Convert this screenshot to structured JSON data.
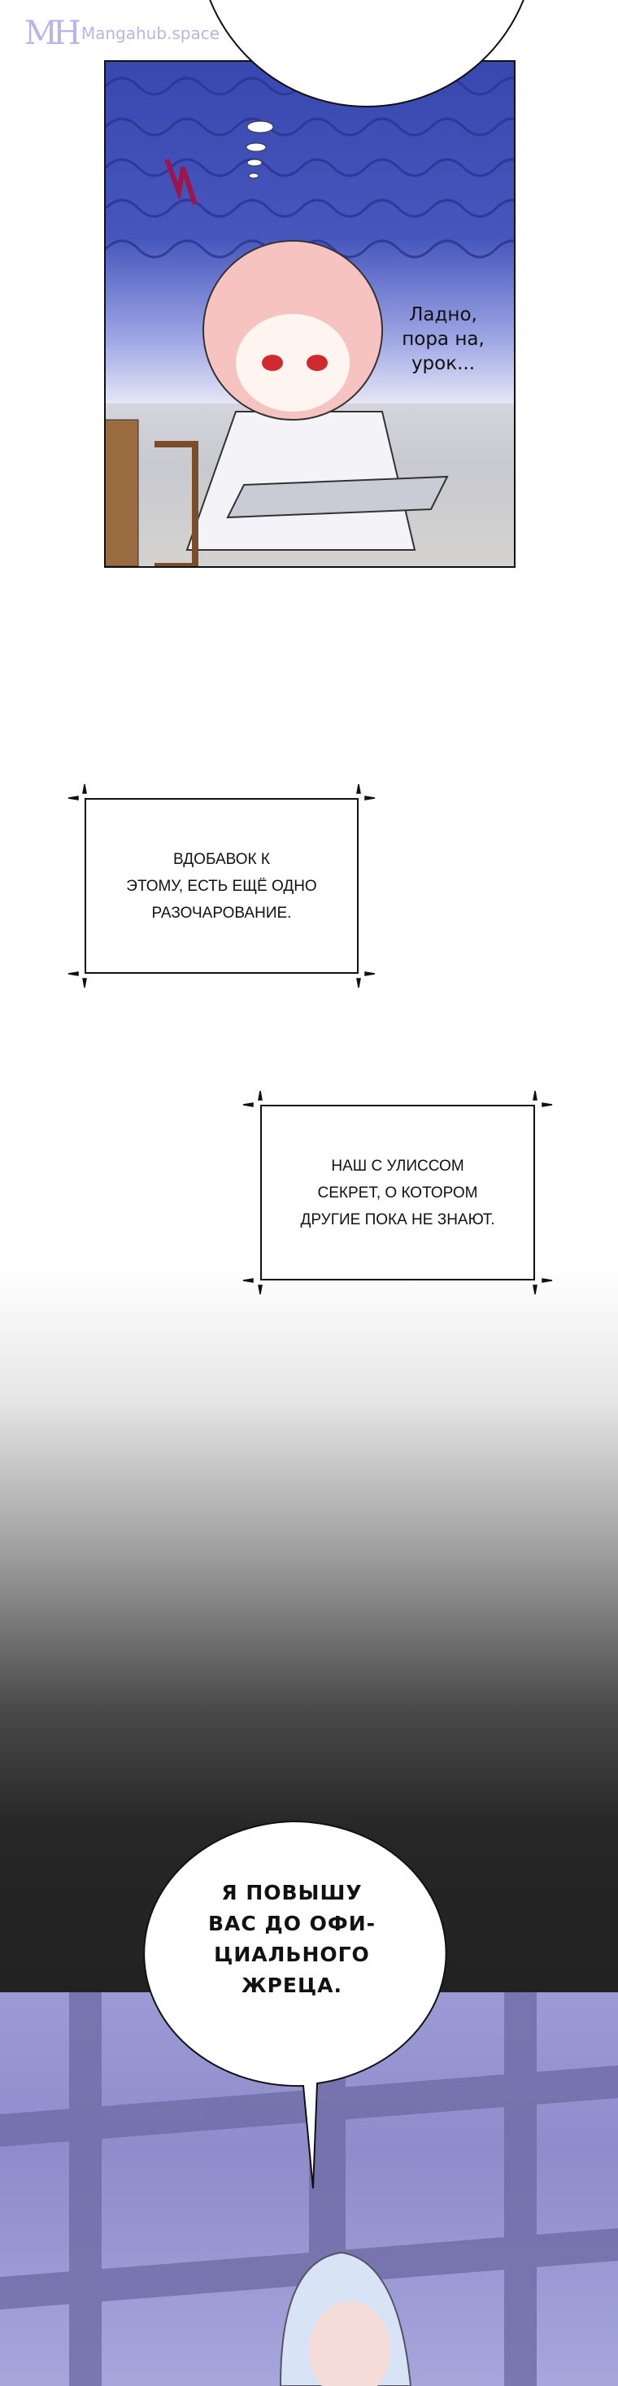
{
  "watermark": {
    "logo": "MH",
    "text": "Mangahub.space"
  },
  "panel1": {
    "speech_lines": [
      "Ладно,",
      "пора на,",
      "урок..."
    ]
  },
  "caption1": {
    "lines": [
      "ВДОБАВОК К",
      "ЭТОМУ, ЕСТЬ ЕЩЁ ОДНО",
      "РАЗОЧАРОВАНИЕ."
    ]
  },
  "caption2": {
    "lines": [
      "НАШ С УЛИССОМ",
      "СЕКРЕТ, О КОТОРОМ",
      "ДРУГИЕ ПОКА НЕ ЗНАЮТ."
    ]
  },
  "bubble": {
    "lines": [
      "Я ПОВЫШУ",
      "ВАС ДО ОФИ-",
      "ЦИАЛЬНОГО",
      "ЖРЕЦА."
    ]
  }
}
